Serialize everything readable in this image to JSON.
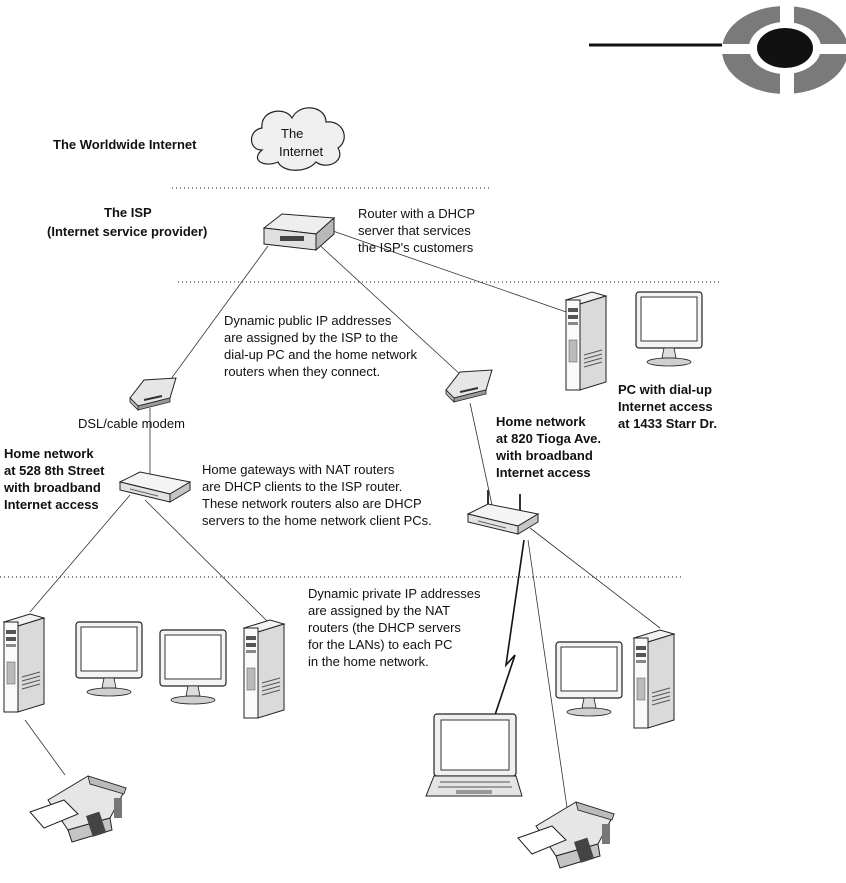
{
  "internet_cloud": {
    "line1": "The",
    "line2": "Internet"
  },
  "tiers": {
    "internet": "The Worldwide Internet",
    "isp_line1": "The ISP",
    "isp_line2": "(Internet service provider)"
  },
  "isp_router_note": [
    "Router with a DHCP",
    "server that services",
    "the ISP's customers"
  ],
  "public_ip_note": [
    "Dynamic public IP addresses",
    "are assigned by the ISP to the",
    "dial-up PC and the home network",
    "routers when they connect."
  ],
  "modem_label": "DSL/cable modem",
  "home_528": [
    "Home network",
    "at 528 8th Street",
    "with broadband",
    "Internet access"
  ],
  "home_820": [
    "Home network",
    "at 820 Tioga Ave.",
    "with broadband",
    "Internet access"
  ],
  "dialup_pc": [
    "PC with dial-up",
    "Internet access",
    "at 1433 Starr Dr."
  ],
  "gateway_note": [
    "Home gateways with NAT routers",
    "are DHCP clients to the ISP router.",
    "These network routers also are DHCP",
    "servers to the home network client PCs."
  ],
  "private_ip_note": [
    "Dynamic private IP addresses",
    "are assigned by the NAT",
    "routers (the DHCP servers",
    "for the LANs) to each PC",
    "in the home network."
  ]
}
